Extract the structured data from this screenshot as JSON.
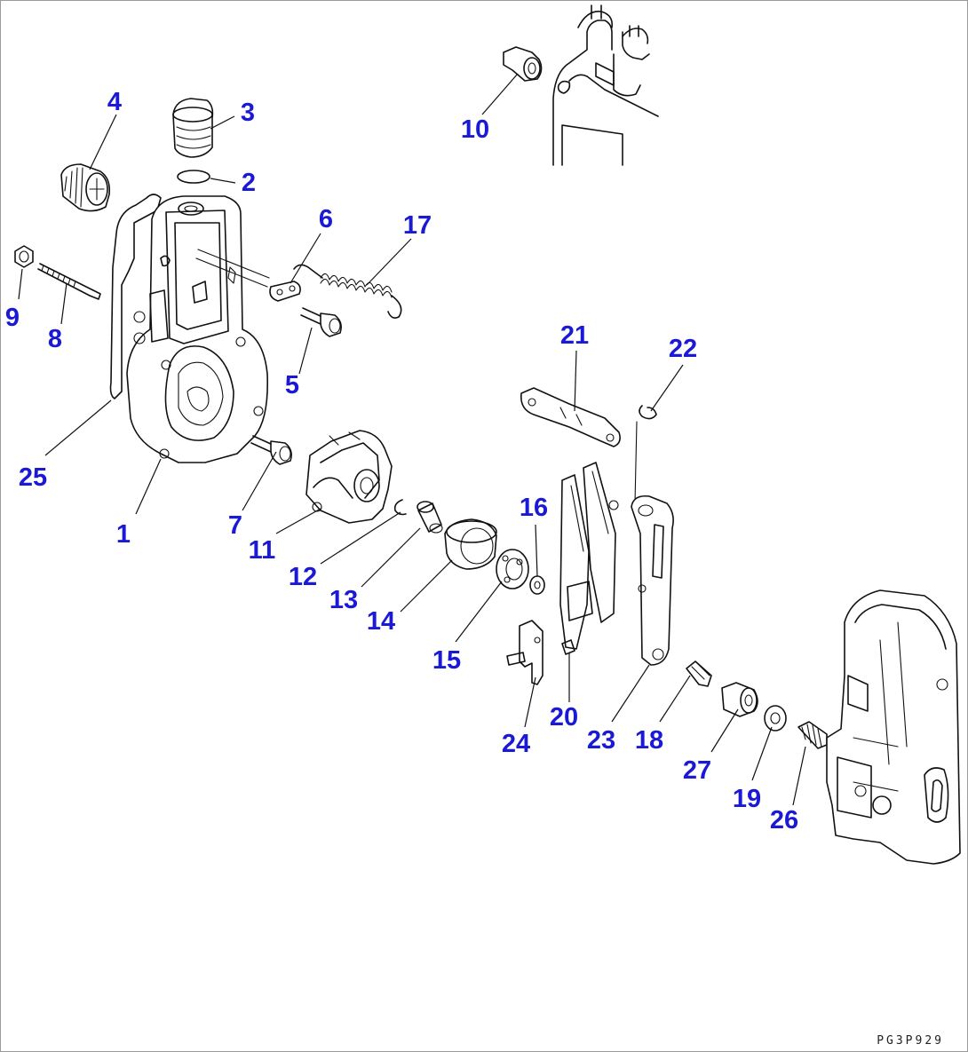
{
  "drawing_code": "PG3P929",
  "parts": [
    {
      "id": "1",
      "label": "1"
    },
    {
      "id": "2",
      "label": "2"
    },
    {
      "id": "3",
      "label": "3"
    },
    {
      "id": "4",
      "label": "4"
    },
    {
      "id": "5",
      "label": "5"
    },
    {
      "id": "6",
      "label": "6"
    },
    {
      "id": "7",
      "label": "7"
    },
    {
      "id": "8",
      "label": "8"
    },
    {
      "id": "9",
      "label": "9"
    },
    {
      "id": "10",
      "label": "10"
    },
    {
      "id": "11",
      "label": "11"
    },
    {
      "id": "12",
      "label": "12"
    },
    {
      "id": "13",
      "label": "13"
    },
    {
      "id": "14",
      "label": "14"
    },
    {
      "id": "15",
      "label": "15"
    },
    {
      "id": "16",
      "label": "16"
    },
    {
      "id": "17",
      "label": "17"
    },
    {
      "id": "18",
      "label": "18"
    },
    {
      "id": "19",
      "label": "19"
    },
    {
      "id": "20",
      "label": "20"
    },
    {
      "id": "21",
      "label": "21"
    },
    {
      "id": "22",
      "label": "22"
    },
    {
      "id": "23",
      "label": "23"
    },
    {
      "id": "24",
      "label": "24"
    },
    {
      "id": "25",
      "label": "25"
    },
    {
      "id": "26",
      "label": "26"
    },
    {
      "id": "27",
      "label": "27"
    }
  ]
}
